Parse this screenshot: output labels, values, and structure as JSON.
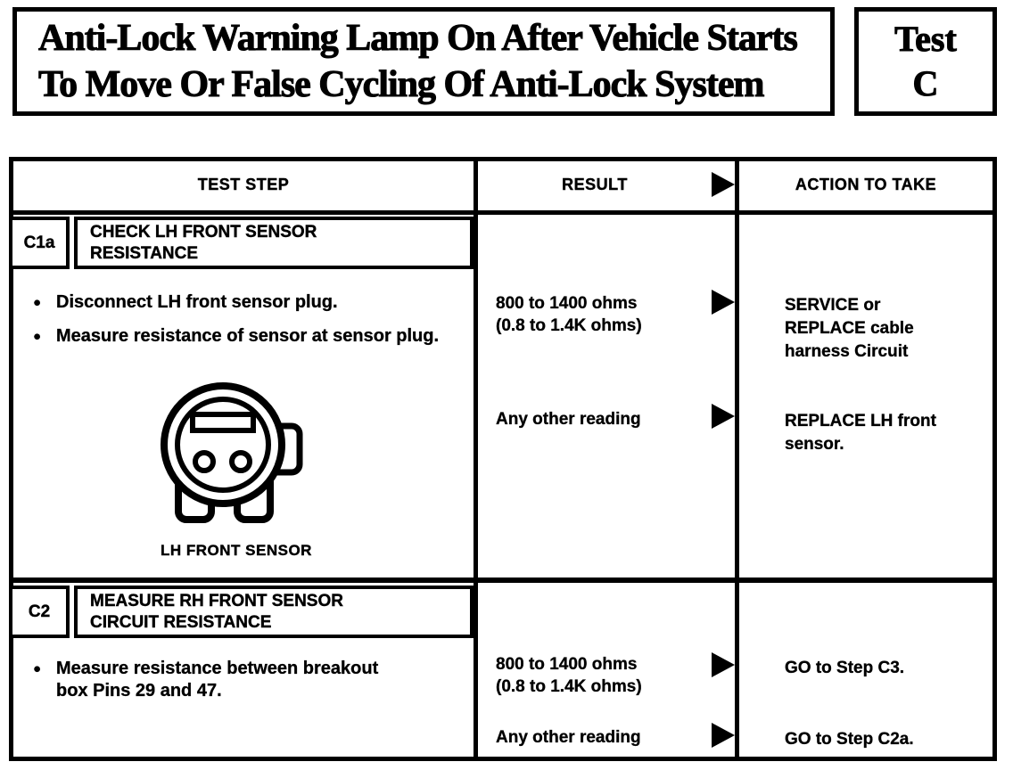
{
  "header": {
    "title_line1": "Anti-Lock Warning Lamp On After Vehicle Starts",
    "title_line2": "To Move Or False Cycling Of Anti-Lock System",
    "test_word": "Test",
    "test_letter": "C"
  },
  "icons": {
    "result_arrow_icon": "solid-right-triangle",
    "bullet_icon": "●"
  },
  "table": {
    "col_test_step": "TEST STEP",
    "col_result": "RESULT",
    "col_action": "ACTION TO TAKE",
    "steps": [
      {
        "id": "C1a",
        "title": "CHECK LH FRONT SENSOR RESISTANCE",
        "bullets": [
          "Disconnect LH front sensor plug.",
          "Measure resistance of sensor at sensor plug."
        ],
        "figure_caption": "LH FRONT SENSOR",
        "results": [
          {
            "result_line1": "800 to 1400 ohms",
            "result_line2": "(0.8 to 1.4K ohms)",
            "action": "SERVICE or REPLACE cable harness Circuit"
          },
          {
            "result_line1": "Any other reading",
            "action": "REPLACE LH front sensor."
          }
        ]
      },
      {
        "id": "C2",
        "title": "MEASURE RH FRONT SENSOR CIRCUIT RESISTANCE",
        "bullets": [
          "Measure resistance between breakout box Pins 29 and 47."
        ],
        "results": [
          {
            "result_line1": "800 to 1400 ohms",
            "result_line2": "(0.8 to 1.4K ohms)",
            "action": "GO to Step C3."
          },
          {
            "result_line1": "Any other reading",
            "action": "GO to Step C2a."
          }
        ]
      }
    ]
  }
}
